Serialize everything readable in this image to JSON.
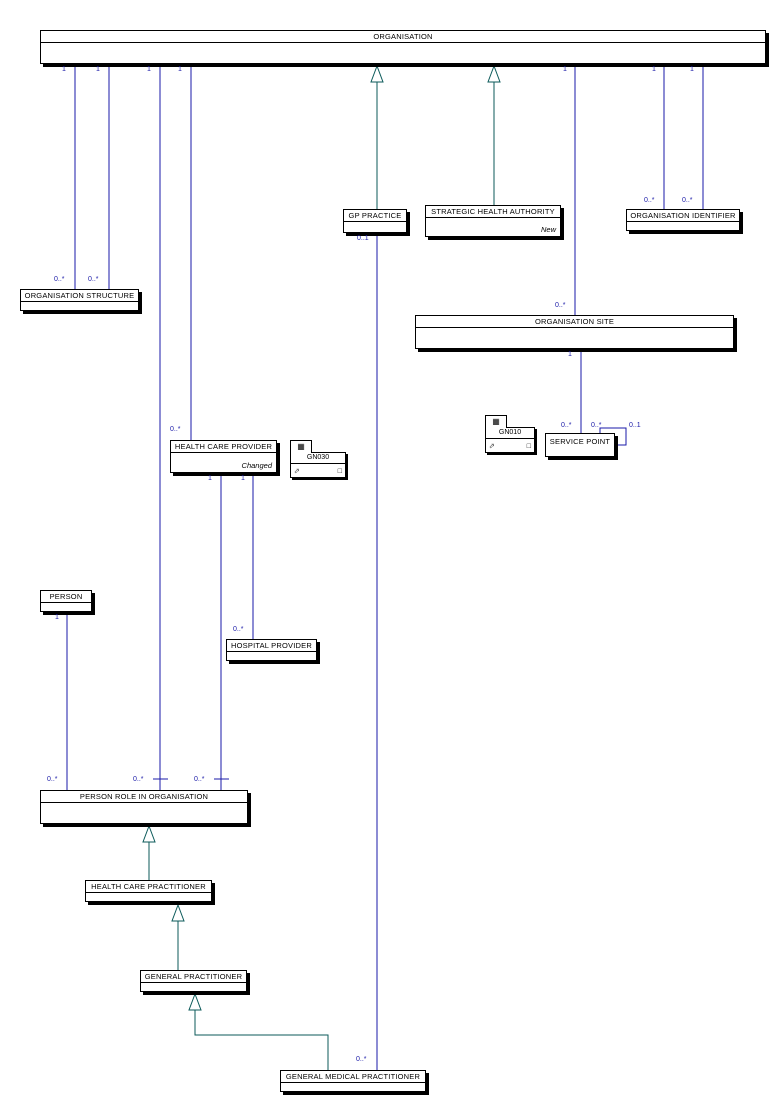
{
  "classes": {
    "organisation": {
      "name": "ORGANISATION"
    },
    "organisation_structure": {
      "name": "ORGANISATION STRUCTURE"
    },
    "gp_practice": {
      "name": "GP PRACTICE"
    },
    "strategic_health_authority": {
      "name": "STRATEGIC HEALTH AUTHORITY",
      "note": "New"
    },
    "organisation_identifier": {
      "name": "ORGANISATION IDENTIFIER"
    },
    "organisation_site": {
      "name": "ORGANISATION SITE"
    },
    "health_care_provider": {
      "name": "HEALTH CARE PROVIDER",
      "note": "Changed"
    },
    "service_point": {
      "name": "SERVICE POINT"
    },
    "person": {
      "name": "PERSON"
    },
    "hospital_provider": {
      "name": "HOSPITAL PROVIDER"
    },
    "person_role_in_organisation": {
      "name": "PERSON ROLE IN ORGANISATION"
    },
    "health_care_practitioner": {
      "name": "HEALTH CARE PRACTITIONER"
    },
    "general_practitioner": {
      "name": "GENERAL PRACTITIONER"
    },
    "general_medical_practitioner": {
      "name": "GENERAL MEDICAL PRACTITIONER"
    }
  },
  "packages": {
    "gn030": {
      "label": "GN030",
      "icon": "package-icon"
    },
    "gn010": {
      "label": "GN010",
      "icon": "package-icon"
    }
  },
  "multiplicities": {
    "one": "1",
    "many": "0..*",
    "optional": "0..1"
  },
  "colors": {
    "association": "#1a1aa8",
    "generalization": "#0b5a5a",
    "box": "#000000"
  }
}
